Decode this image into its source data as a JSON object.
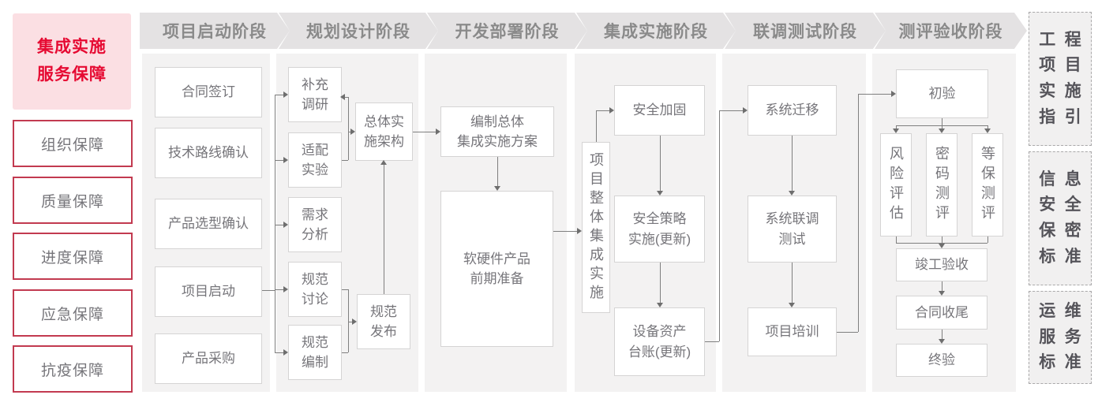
{
  "colors": {
    "accent_red": "#e60a32",
    "red_border": "#c23a50",
    "pink_bg": "#fbdfe3",
    "header_bg": "#e4e2e3",
    "panel_bg": "#f3f2f2",
    "box_border": "#d5d4d4",
    "text_gray": "#76757a",
    "line_gray": "#7f7f7f"
  },
  "sidebar": {
    "title": "集成实施\n服务保障",
    "items": [
      "组织保障",
      "质量保障",
      "进度保障",
      "应急保障",
      "抗疫保障"
    ]
  },
  "phases": [
    {
      "header": "项目启动阶段",
      "steps": [
        "合同签订",
        "技术路线确认",
        "产品选型确认",
        "项目启动",
        "产品采购"
      ]
    },
    {
      "header": "规划设计阶段",
      "steps": [
        "补充\n调研",
        "适配\n实验",
        "需求\n分析",
        "规范\n讨论",
        "规范\n编制",
        "总体实\n施架构",
        "规范\n发布"
      ]
    },
    {
      "header": "开发部署阶段",
      "steps": [
        "编制总体\n集成实施方案",
        "软硬件产品\n前期准备"
      ]
    },
    {
      "header": "集成实施阶段",
      "steps": [
        "项目整体集成实施",
        "安全加固",
        "安全策略\n实施(更新)",
        "设备资产\n台账(更新)"
      ]
    },
    {
      "header": "联调测试阶段",
      "steps": [
        "系统迁移",
        "系统联调\n测试",
        "项目培训"
      ]
    },
    {
      "header": "测评验收阶段",
      "steps": [
        "初验",
        "风险评估",
        "密码测评",
        "等保测评",
        "竣工验收",
        "合同收尾",
        "终验"
      ]
    }
  ],
  "standards": [
    "工程\n项目\n实施\n指引",
    "信息\n安全\n保密\n标准",
    "运维\n服务\n标准"
  ]
}
